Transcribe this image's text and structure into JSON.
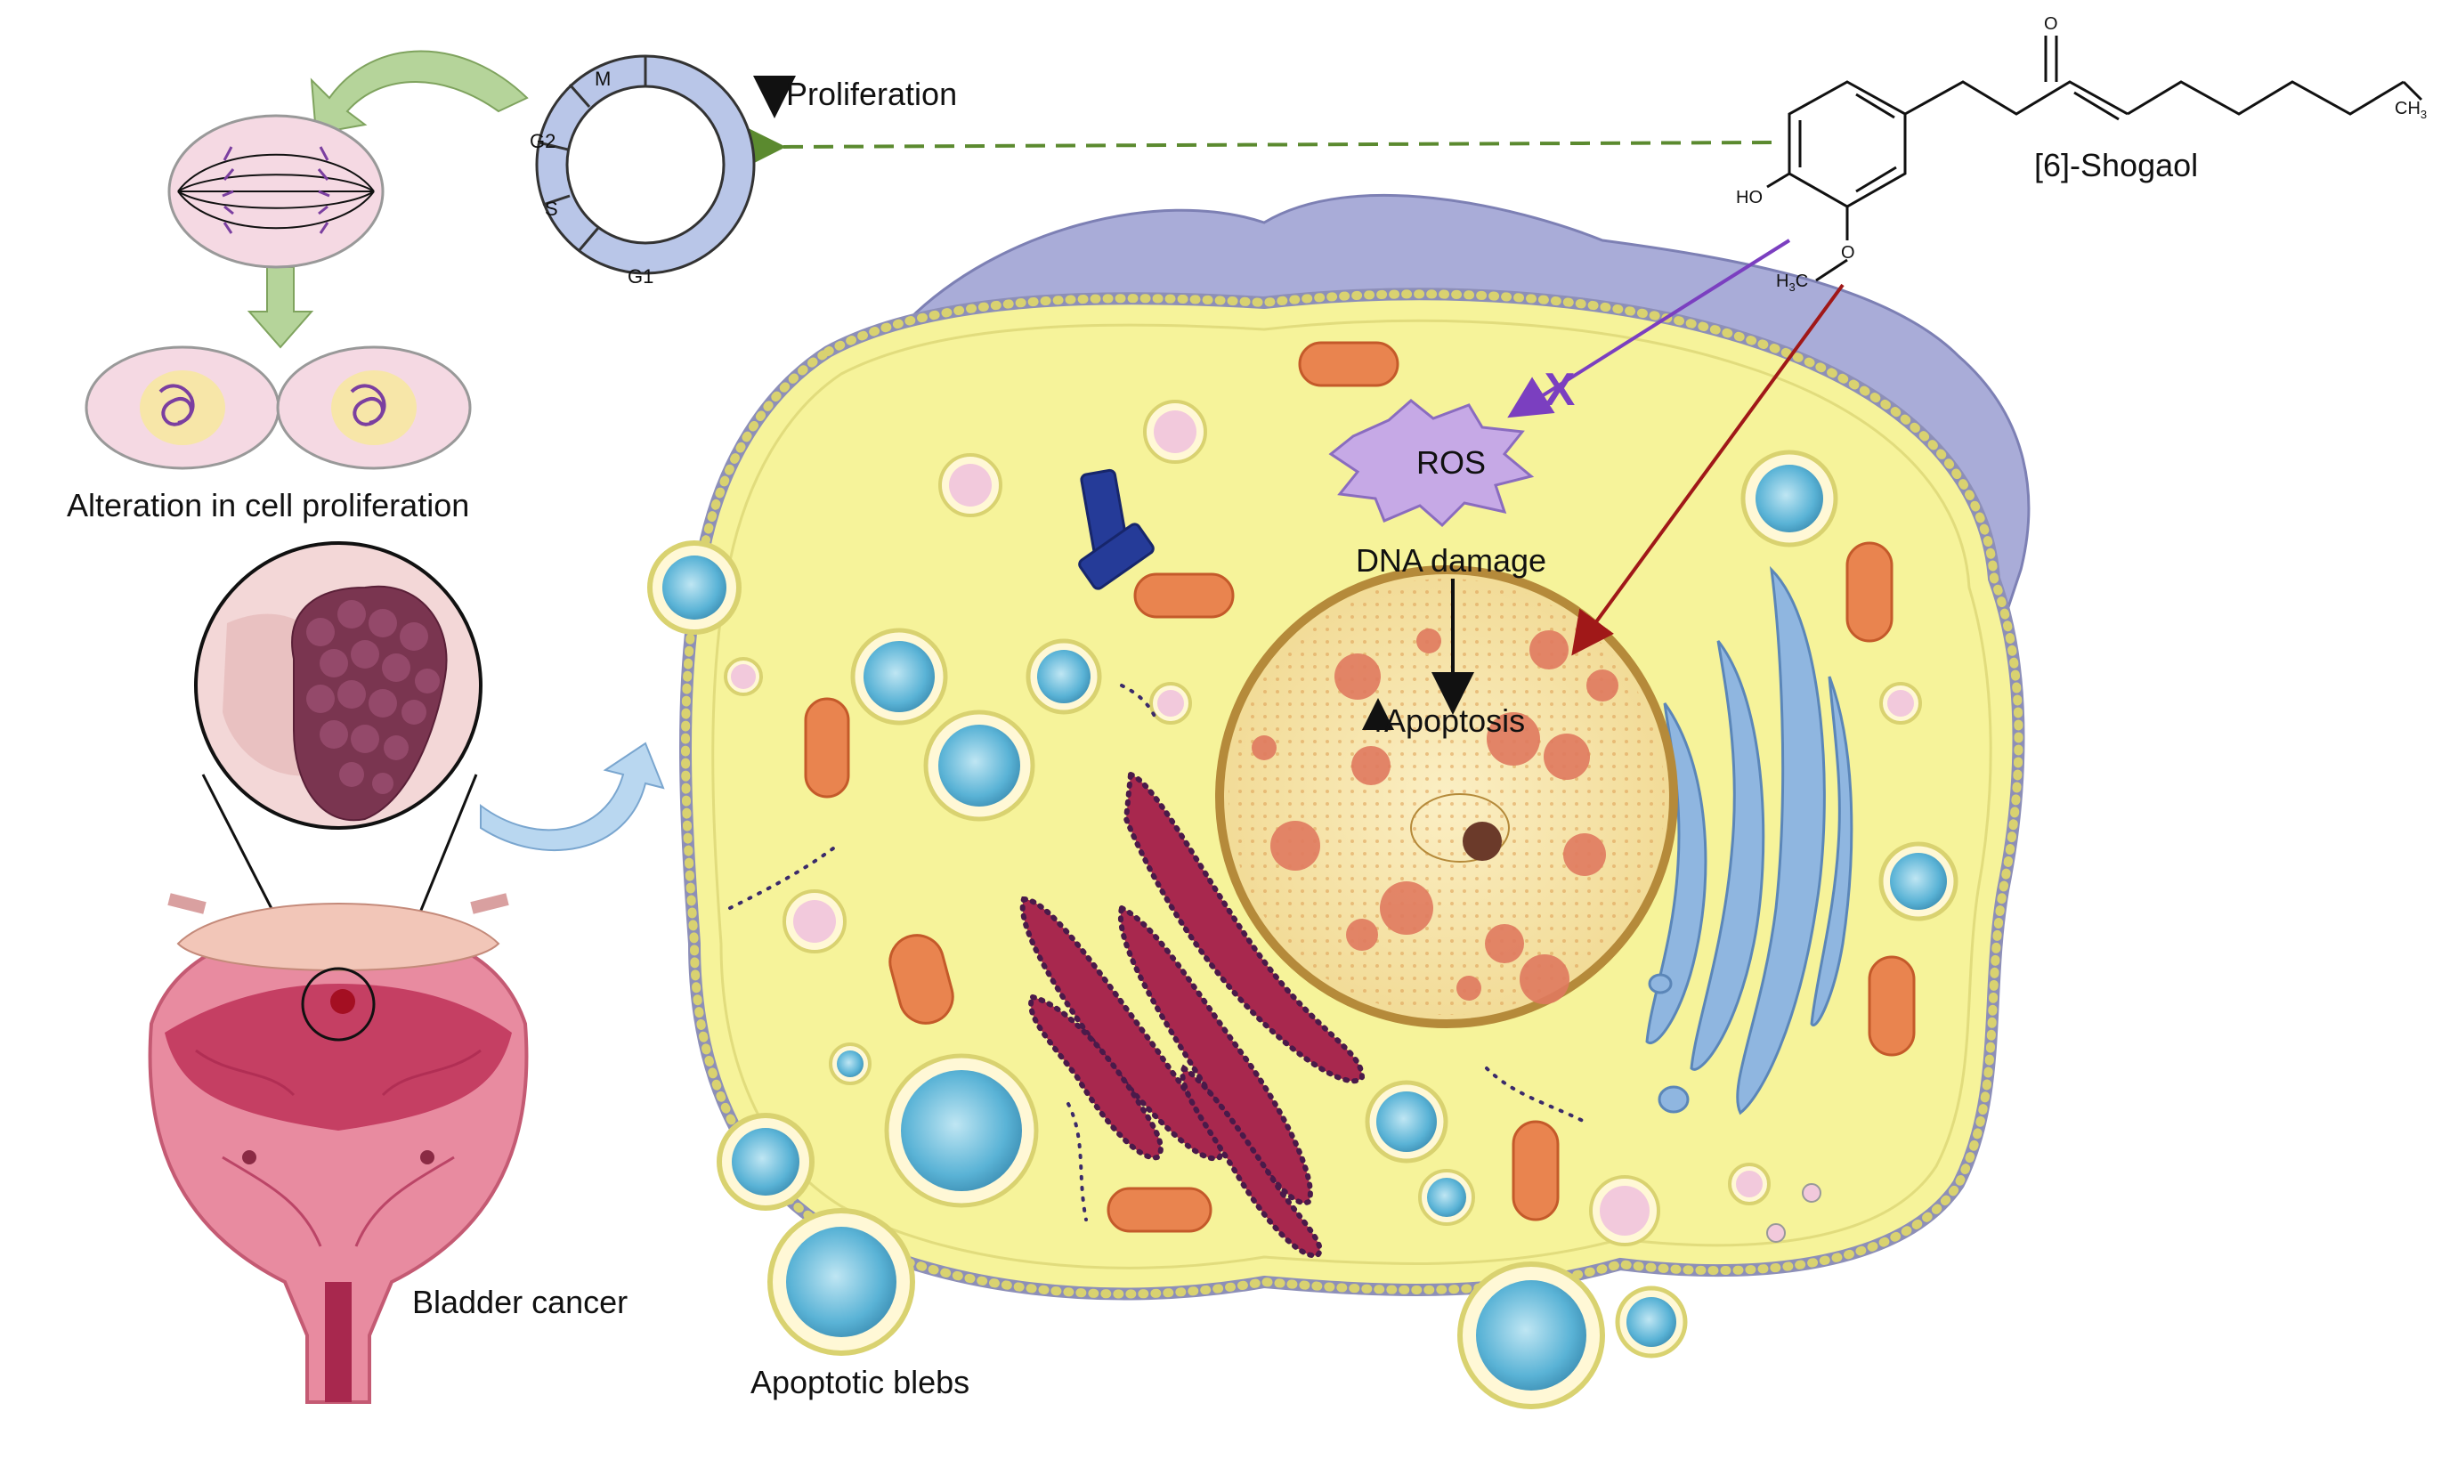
{
  "figure": {
    "compound_label": "[6]-Shogaol",
    "proliferation_label": "Proliferation",
    "cycle_phases": [
      "M",
      "G2",
      "S",
      "G1"
    ],
    "ros_label": "ROS",
    "dna_damage_label": "DNA damage",
    "apoptosis_label": "Apoptosis",
    "alteration_label": "Alteration in cell proliferation",
    "bladder_label": "Bladder cancer",
    "blebs_label": "Apoptotic blebs",
    "inhibition_mark": "X",
    "structure_atoms": {
      "carbonyl_o": "O",
      "hydroxyl": "HO",
      "ether_o": "O",
      "methyl": "CH3"
    }
  },
  "colors": {
    "cell_fill": "#f6f39a",
    "membrane": "#8d8fb8",
    "membrane_dots": "#d9d270",
    "extracellular": "#a9acd8",
    "nucleus_fill": "#f7e6a8",
    "nucleus_border": "#b58a3a",
    "chromatin": "#e07a5f",
    "er": "#a8284e",
    "golgi": "#8fb6e0",
    "mito": "#e9844f",
    "vesicle_blue": "#5ab3d6",
    "vesicle_pink": "#f2c9dc",
    "ros_fill": "#c6a9e6",
    "dashed_arrow": "#5b8a2f",
    "purple_arrow": "#7b3fc0",
    "red_arrow": "#a01818",
    "cycle_fill": "#b9c6e8",
    "curved_arrow_green": "#b5d49a",
    "curved_arrow_blue": "#b9d7f0",
    "bladder": "#d9607a"
  }
}
